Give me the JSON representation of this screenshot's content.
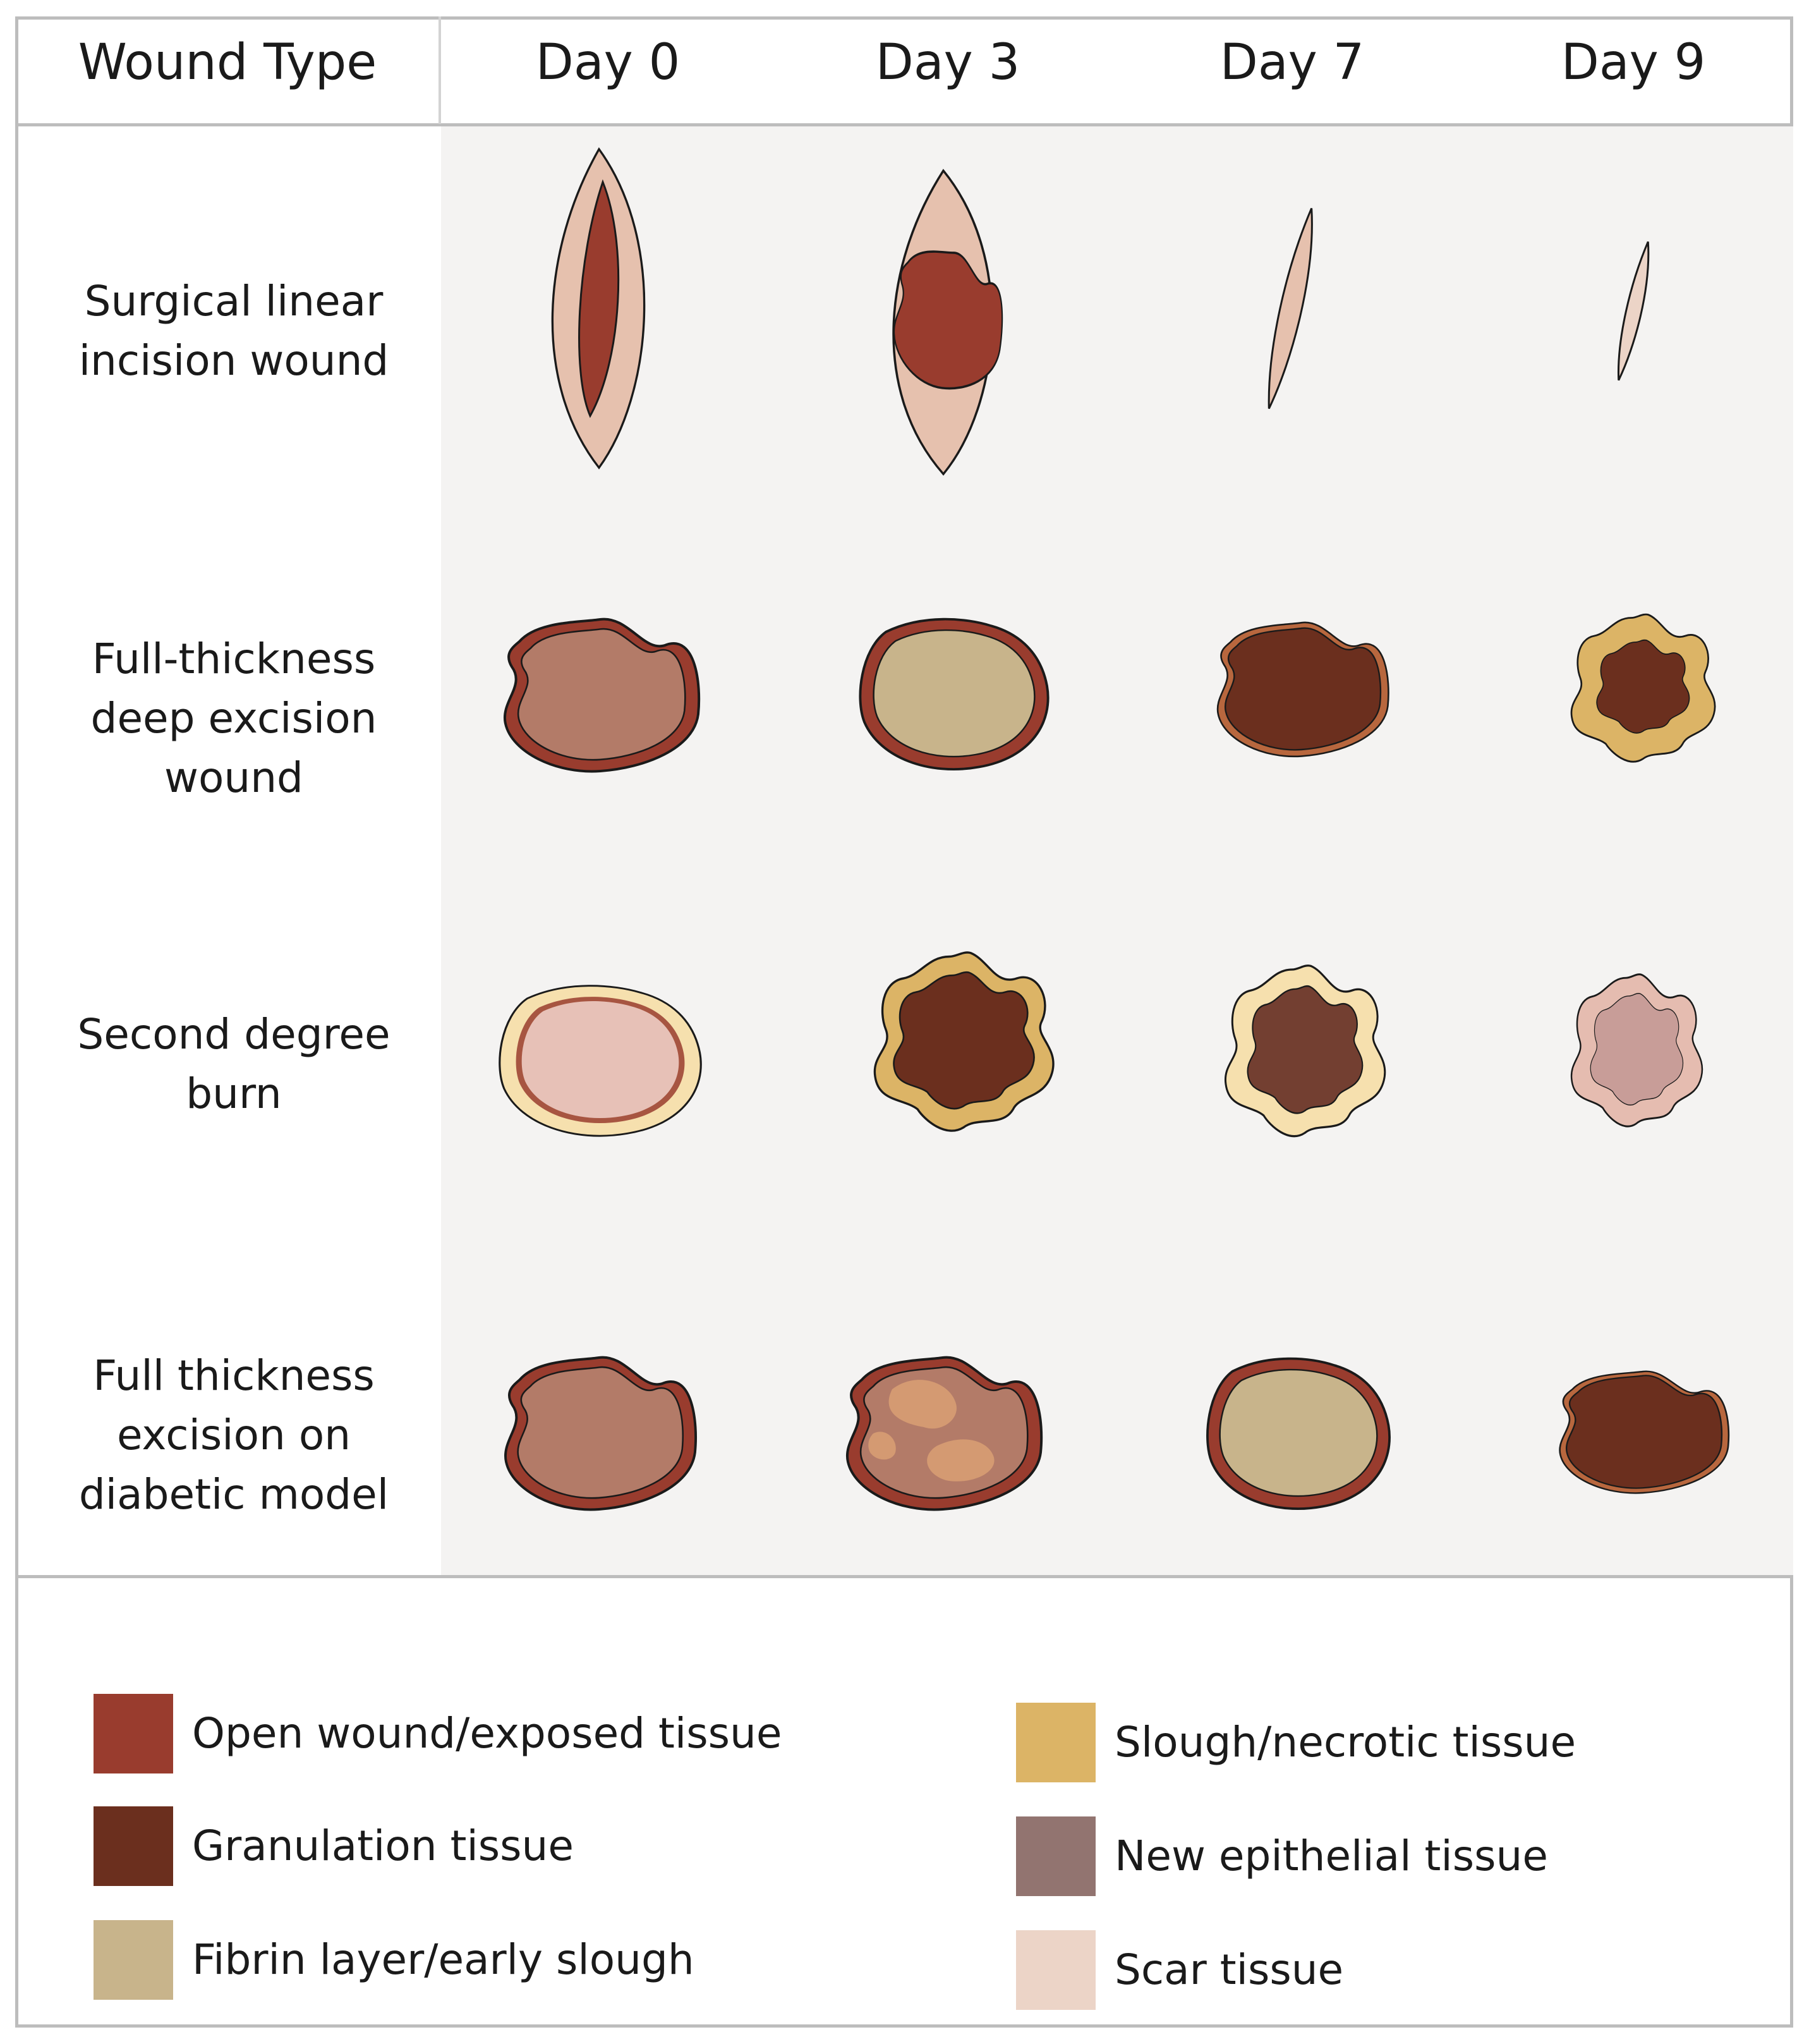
{
  "table": {
    "corner_header": "Wound Type",
    "day_headers": [
      "Day 0",
      "Day 3",
      "Day 7",
      "Day 9"
    ],
    "rows": [
      {
        "label_lines": [
          "Surgical linear",
          "incision wound"
        ]
      },
      {
        "label_lines": [
          "Full-thickness",
          "deep excision",
          "wound"
        ]
      },
      {
        "label_lines": [
          "Second degree",
          "burn"
        ]
      },
      {
        "label_lines": [
          "Full thickness",
          "excision on",
          "diabetic model"
        ]
      }
    ]
  },
  "colors": {
    "open_wound": "#993c2e",
    "granulation": "#6b2f1e",
    "fibrin": "#c8b48b",
    "slough": "#dcb466",
    "epithelial": "#927470",
    "scar": "#ecd4c7",
    "incision_skin": "#e6c1ae",
    "wound_bed": "#b37b68",
    "burn_blister": "#f6e0ae",
    "burn_core": "#e7c1b7",
    "day7_burn_core": "#733f31",
    "day9_burn_outer": "#e5bcb0",
    "day9_burn_inner": "#c89d98",
    "diabetic_patch": "#d49a72",
    "rim_copper": "#b8673e",
    "outline": "#1a1a1a",
    "panel": "#f4f3f2",
    "border": "#bdbdbd"
  },
  "legend": [
    {
      "label": "Open wound/exposed tissue",
      "color": "#993c2e",
      "icon": "open-wound-swatch"
    },
    {
      "label": "Granulation tissue",
      "color": "#6b2f1e",
      "icon": "granulation-swatch"
    },
    {
      "label": "Fibrin layer/early slough",
      "color": "#c8b48b",
      "icon": "fibrin-swatch"
    },
    {
      "label": "Slough/necrotic tissue",
      "color": "#dcb466",
      "icon": "slough-swatch"
    },
    {
      "label": "New epithelial tissue",
      "color": "#927470",
      "icon": "epithelial-swatch"
    },
    {
      "label": "Scar tissue",
      "color": "#ecd4c7",
      "icon": "scar-swatch"
    }
  ]
}
